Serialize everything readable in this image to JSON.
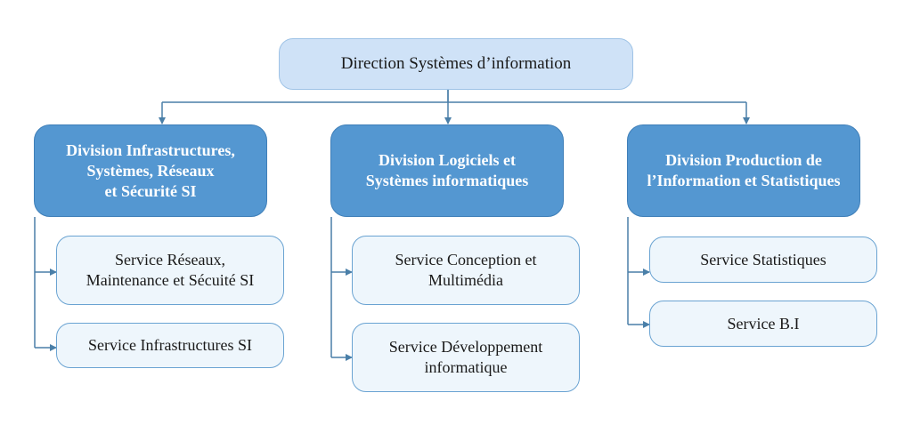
{
  "diagram": {
    "root": {
      "label": "Direction Systèmes d’information"
    },
    "divisions": [
      {
        "label_lines": [
          "Division Infrastructures,",
          "Systèmes, Réseaux",
          "et Sécurité SI"
        ],
        "services": [
          {
            "label_lines": [
              "Service Réseaux,",
              "Maintenance et Sécuité SI"
            ]
          },
          {
            "label_lines": [
              "Service Infrastructures SI"
            ]
          }
        ]
      },
      {
        "label_lines": [
          "Division Logiciels et",
          "Systèmes informatiques"
        ],
        "services": [
          {
            "label_lines": [
              "Service Conception et",
              "Multimédia"
            ]
          },
          {
            "label_lines": [
              "Service Développement",
              "informatique"
            ]
          }
        ]
      },
      {
        "label_lines": [
          "Division Production de",
          "l’Information et Statistiques"
        ],
        "services": [
          {
            "label_lines": [
              "Service Statistiques"
            ]
          },
          {
            "label_lines": [
              "Service B.I"
            ]
          }
        ]
      }
    ],
    "colors": {
      "root_fill": "#cfe2f7",
      "division_fill": "#5497d1",
      "service_fill": "#eef6fc",
      "connector": "#4a7fa8"
    }
  }
}
